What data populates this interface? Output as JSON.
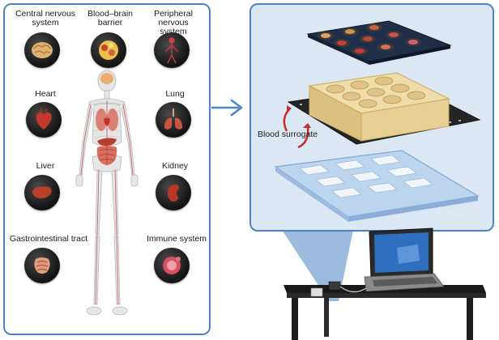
{
  "organs": {
    "cns": "Central nervous\nsystem",
    "bbb": "Blood–brain\nbarrier",
    "pns": "Peripheral nervous\nsystem",
    "heart": "Heart",
    "lung": "Lung",
    "liver": "Liver",
    "kidney": "Kidney",
    "gi": "Gastrointestinal tract",
    "immune": "Immune system"
  },
  "device": {
    "blood_surrogate": "Blood surrogate"
  },
  "colors": {
    "panel_border": "#4a84c4",
    "panel_fill_right": "#dbe8f3",
    "organ_red": "#c8382a",
    "brain_tan": "#e0b070",
    "gel_amber": "#e7cf93",
    "chip_blue": "#bcd5ef",
    "bone": "#e6e6e6"
  }
}
